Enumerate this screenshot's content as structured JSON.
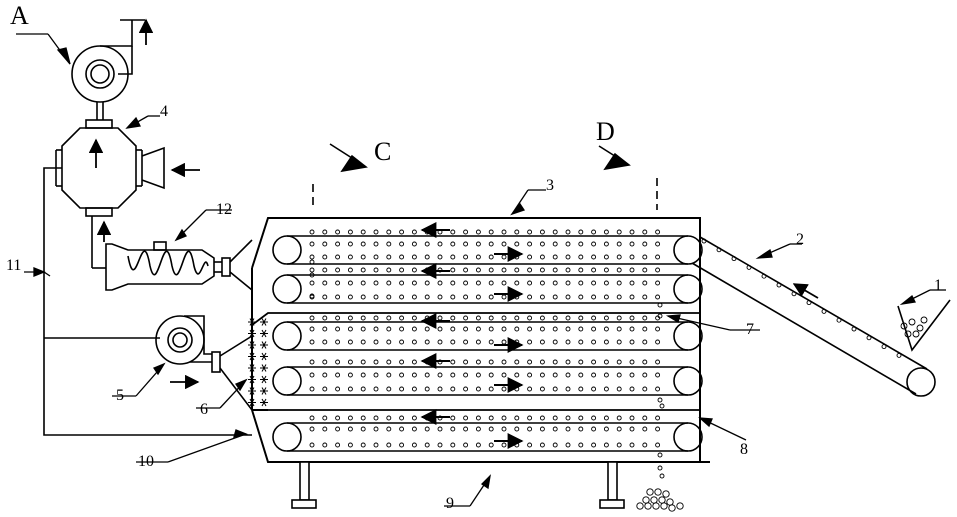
{
  "labels": {
    "A": "A",
    "C": "C",
    "D": "D",
    "n1": "1",
    "n2": "2",
    "n3": "3",
    "n4": "4",
    "n5": "5",
    "n6": "6",
    "n7": "7",
    "n8": "8",
    "n9": "9",
    "n10": "10",
    "n11": "11",
    "n12": "12"
  }
}
